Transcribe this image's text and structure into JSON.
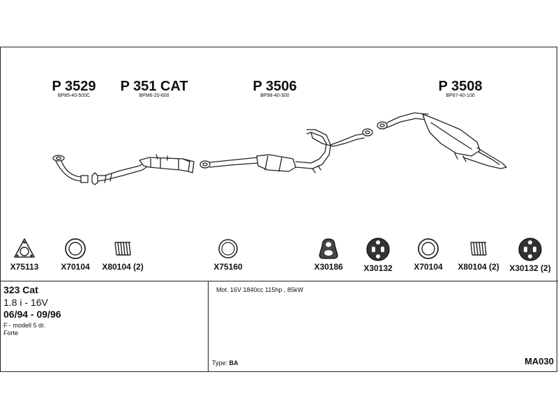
{
  "parts": [
    {
      "number": "P 3529",
      "code": "BP85-40-500C"
    },
    {
      "number": "P 351 CAT",
      "code": "BPM6-20-600"
    },
    {
      "number": "P 3506",
      "code": "BP98-40-300"
    },
    {
      "number": "P 3508",
      "code": "BP87-40-100"
    }
  ],
  "accessories": [
    {
      "label": "X75113",
      "icon": "triangular-flange-gasket-icon"
    },
    {
      "label": "X70104",
      "icon": "ring-gasket-icon"
    },
    {
      "label": "X80104 (2)",
      "icon": "spring-bolt-icon"
    },
    {
      "label": "X75160",
      "icon": "ring-gasket-icon"
    },
    {
      "label": "X30186",
      "icon": "rubber-hanger-icon"
    },
    {
      "label": "X30132",
      "icon": "rubber-mount-icon"
    },
    {
      "label": "X70104",
      "icon": "ring-gasket-icon"
    },
    {
      "label": "X80104 (2)",
      "icon": "spring-bolt-icon"
    },
    {
      "label": "X30132 (2)",
      "icon": "rubber-mount-icon"
    }
  ],
  "vehicle": {
    "model": "323 Cat",
    "engine": "1.8 i - 16V",
    "period": "06/94 - 09/96",
    "variant": "F - modell 5 dr.",
    "trim": "Forte"
  },
  "motor": "Mot. 16V 1840cc 115hp , 85kW",
  "type": {
    "label": "Type:",
    "value": "BA"
  },
  "diagram_code": "MA030"
}
